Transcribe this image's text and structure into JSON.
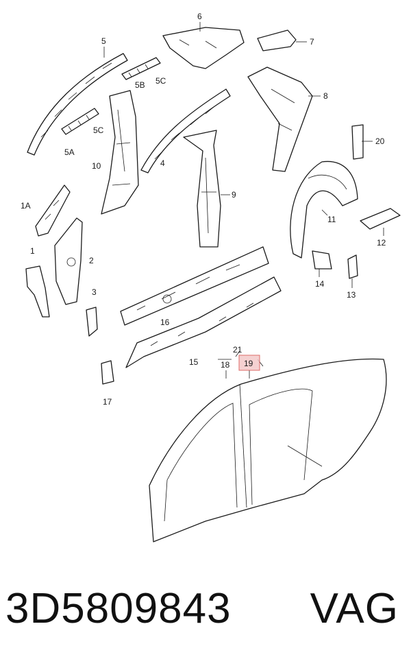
{
  "diagram": {
    "callouts": {
      "c1": "1",
      "c1a": "1A",
      "c2": "2",
      "c3": "3",
      "c4": "4",
      "c5": "5",
      "c5a": "5A",
      "c5b": "5B",
      "c5c_left": "5C",
      "c5c_right": "5C",
      "c6": "6",
      "c7": "7",
      "c8": "8",
      "c9": "9",
      "c10": "10",
      "c11": "11",
      "c12": "12",
      "c13": "13",
      "c14": "14",
      "c15": "15",
      "c16": "16",
      "c17": "17",
      "c18": "18",
      "c19": "19",
      "c20": "20",
      "c21": "21"
    },
    "highlighted_callout": "19",
    "highlight_color": "#f4c9c9"
  },
  "footer": {
    "part_number": "3D5809843",
    "brand": "VAG"
  }
}
